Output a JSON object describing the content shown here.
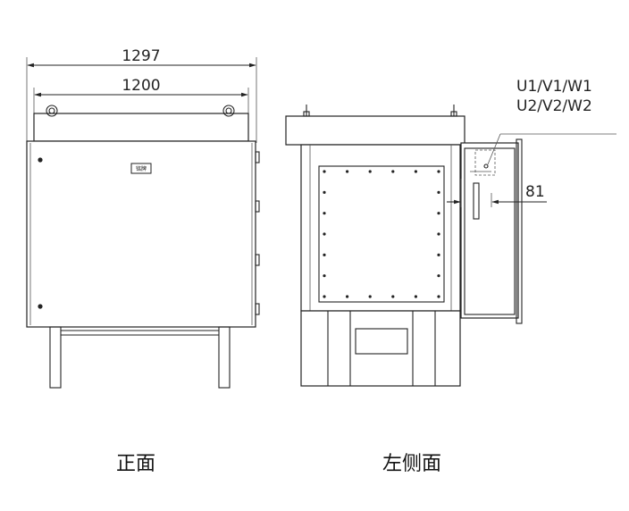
{
  "front_view": {
    "caption": "正面",
    "overall_width_label": "1297",
    "inner_width_label": "1200",
    "nameplate_text": "铭牌"
  },
  "side_view": {
    "caption": "左侧面",
    "terminal_label_line1": "U1/V1/W1",
    "terminal_label_line2": "U2/V2/W2",
    "depth_label": "81"
  }
}
